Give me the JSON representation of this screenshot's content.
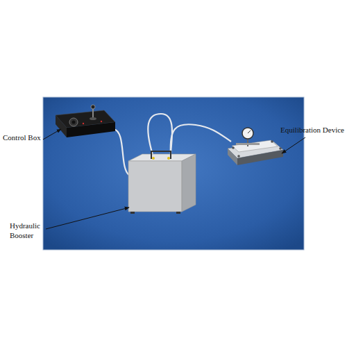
{
  "diagram": {
    "labels": [
      "Control Box",
      "Hydraulic Booster",
      "Equilibration Device"
    ]
  }
}
